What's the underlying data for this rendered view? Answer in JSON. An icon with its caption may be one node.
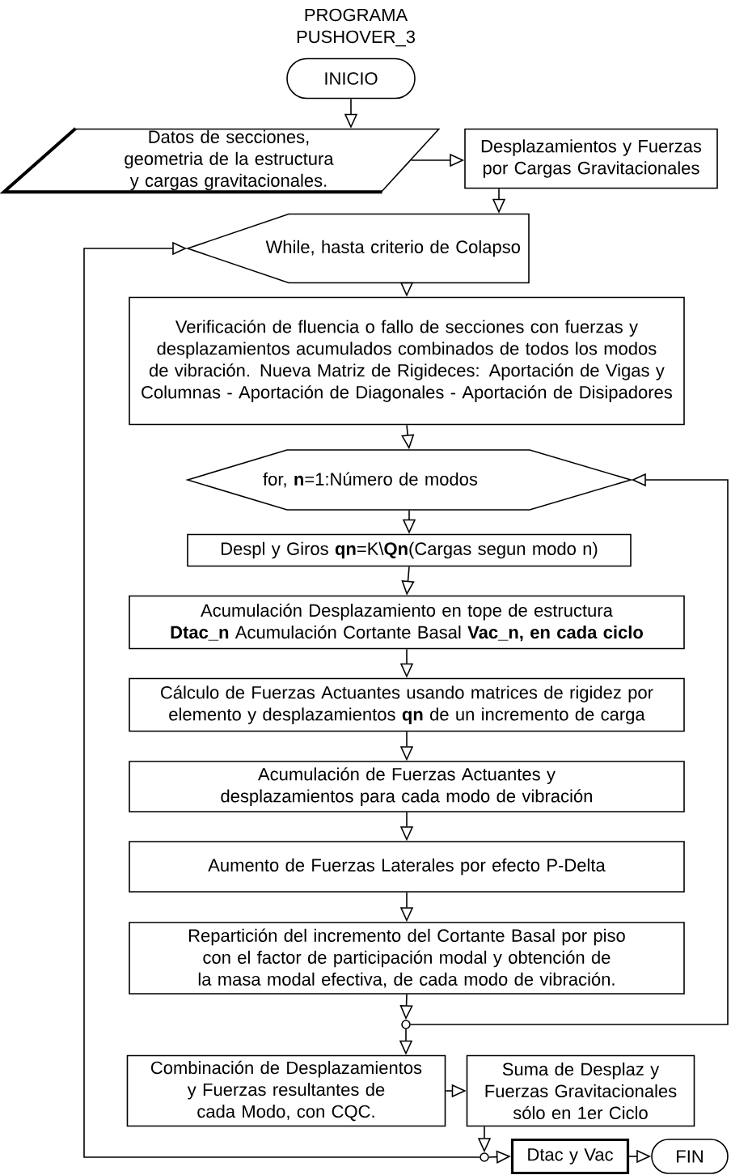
{
  "diagram": {
    "title": "PROGRAMA PUSHOVER_3",
    "nodes": [
      {
        "text": [
          "INICIO"
        ]
      },
      {
        "text": [
          "Datos de secciones, geometria de la estructura y cargas gravitacionales."
        ]
      },
      {
        "text": [
          "Desplazamientos y Fuerzas por Cargas Gravitacionales"
        ]
      },
      {
        "text": [
          "While, hasta criterio de Colapso"
        ]
      },
      {
        "text": [
          "Verificación de fluencia o fallo de secciones con fuerzas y desplazamientos acumulados combinados de todos los modos de vibración. Nueva Matriz de Rigideces: Aportación de Vigas y Columnas - Aportación de Diagonales - Aportación de Disipadores"
        ]
      },
      {
        "text": [
          "for, **n**=1:Número de modos"
        ]
      },
      {
        "text": [
          "Despl y Giros **qn**=K\\**Qn**(Cargas segun modo n)"
        ]
      },
      {
        "text": [
          "Acumulación Desplazamiento en tope de estructura **Dtac_n** Acumulación Cortante Basal **Vac_n, en cada ciclo**"
        ]
      },
      {
        "text": [
          "Cálculo de Fuerzas Actuantes usando matrices de rigidez por elemento y desplazamientos **qn** de un incremento de carga"
        ]
      },
      {
        "text": [
          "Acumulación de Fuerzas Actuantes y desplazamientos para cada modo de vibración"
        ]
      },
      {
        "text": [
          "Aumento de Fuerzas Laterales por efecto P-Delta"
        ]
      },
      {
        "text": [
          "Repartición del incremento del Cortante Basal por piso con el factor de participación modal y obtención de la masa modal efectiva, de cada modo de vibración."
        ]
      },
      {
        "text": [],
        "shape": "circle"
      },
      {
        "text": [
          "Combinación de Desplazamientos y Fuerzas resultantes de cada Modo, con CQC."
        ]
      },
      {
        "text": [
          "Suma de Desplaz y Fuerzas Gravitacionales sólo en 1er Ciclo"
        ]
      },
      {
        "text": [],
        "shape": "circle"
      },
      {
        "text": [
          "Dtac y Vac"
        ]
      },
      {
        "text": [
          "FIN"
        ]
      }
    ],
    "edges": [
      {
        "from": 0,
        "to": 1,
        "arrow": "to"
      },
      {
        "from": 1,
        "to": 2,
        "arrow": "to"
      },
      {
        "from": 2,
        "to": 3,
        "arrow": "to"
      },
      {
        "from": 3,
        "to": 4,
        "arrow": "to"
      },
      {
        "from": 4,
        "to": 5,
        "arrow": "to"
      },
      {
        "from": 5,
        "to": 6,
        "arrow": "to"
      },
      {
        "from": 6,
        "to": 7,
        "arrow": "to"
      },
      {
        "from": 7,
        "to": 8,
        "arrow": "to"
      },
      {
        "from": 8,
        "to": 9,
        "arrow": "to"
      },
      {
        "from": 9,
        "to": 10,
        "arrow": "to"
      },
      {
        "from": 10,
        "to": 11,
        "arrow": "to"
      },
      {
        "from": 11,
        "to": 12,
        "arrow": "to"
      },
      {
        "from": 12,
        "to": 5,
        "arrow": "to"
      },
      {
        "from": 12,
        "to": 13,
        "arrow": "to"
      },
      {
        "from": 13,
        "to": 14,
        "arrow": "to"
      },
      {
        "from": 14,
        "to": 15,
        "arrow": "to"
      },
      {
        "from": 15,
        "to": 3,
        "arrow": "to"
      },
      {
        "from": 15,
        "to": 16,
        "arrow": "to"
      },
      {
        "from": 16,
        "to": 17,
        "arrow": "to"
      }
    ]
  }
}
